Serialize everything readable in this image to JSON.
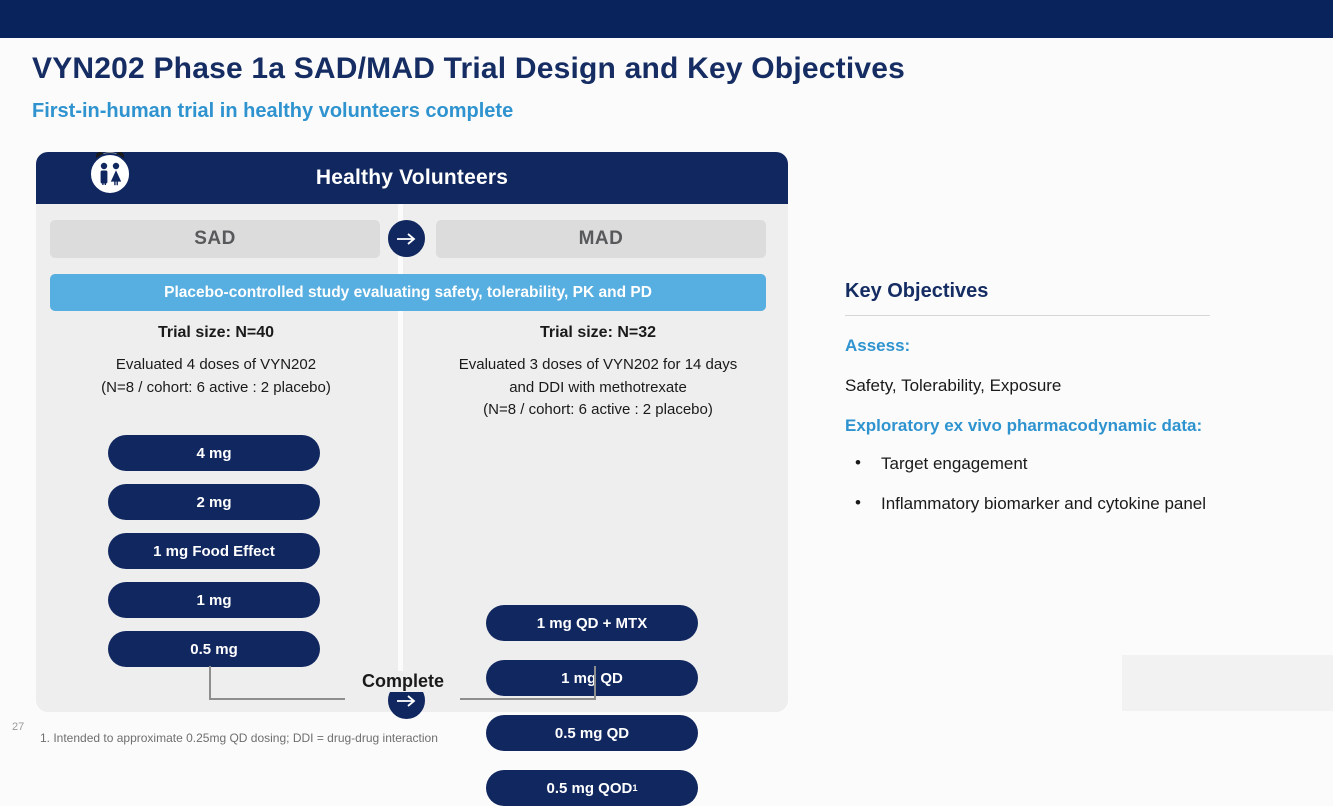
{
  "header": {
    "title": "VYN202 Phase 1a SAD/MAD Trial Design and Key Objectives",
    "subtitle": "First-in-human trial in healthy volunteers complete"
  },
  "colors": {
    "navy": "#11275f",
    "dark_navy": "#09235c",
    "title_navy": "#162d63",
    "accent_blue": "#2e93cf",
    "banner_blue": "#57aee0",
    "panel_gray": "#eeeeee",
    "head_gray": "#dcdcdc"
  },
  "diagram": {
    "banner_label": "Healthy Volunteers",
    "banner_icon": "two-people-icon",
    "arrow_icon": "arrow-right-circle-icon",
    "placebo_bar": "Placebo-controlled study evaluating safety, tolerability, PK and PD",
    "complete_label": "Complete",
    "arms": [
      {
        "name": "SAD",
        "trial_size": "Trial size:  N=40",
        "description_lines": [
          "Evaluated 4 doses of VYN202",
          "(N=8 / cohort: 6 active : 2 placebo)"
        ],
        "doses": [
          "4 mg",
          "2 mg",
          "1 mg Food Effect",
          "1 mg",
          "0.5 mg"
        ]
      },
      {
        "name": "MAD",
        "trial_size": "Trial size:  N=32",
        "description_lines": [
          "Evaluated 3 doses of VYN202 for 14 days",
          "and DDI with methotrexate",
          "(N=8 / cohort: 6 active : 2 placebo)"
        ],
        "doses": [
          "1 mg QD + MTX",
          "1 mg QD",
          "0.5 mg QD",
          "0.5 mg QOD"
        ],
        "last_dose_footnote_marker": "1"
      }
    ]
  },
  "objectives": {
    "title": "Key Objectives",
    "assess_heading": "Assess:",
    "assess_text": "Safety, Tolerability, Exposure",
    "exploratory_heading": "Exploratory ex vivo pharmacodynamic data:",
    "bullets": [
      "Target engagement",
      "Inflammatory biomarker and cytokine panel"
    ]
  },
  "footer": {
    "page_number": "27",
    "footnote": "1. Intended to approximate 0.25mg QD dosing; DDI = drug-drug interaction"
  }
}
